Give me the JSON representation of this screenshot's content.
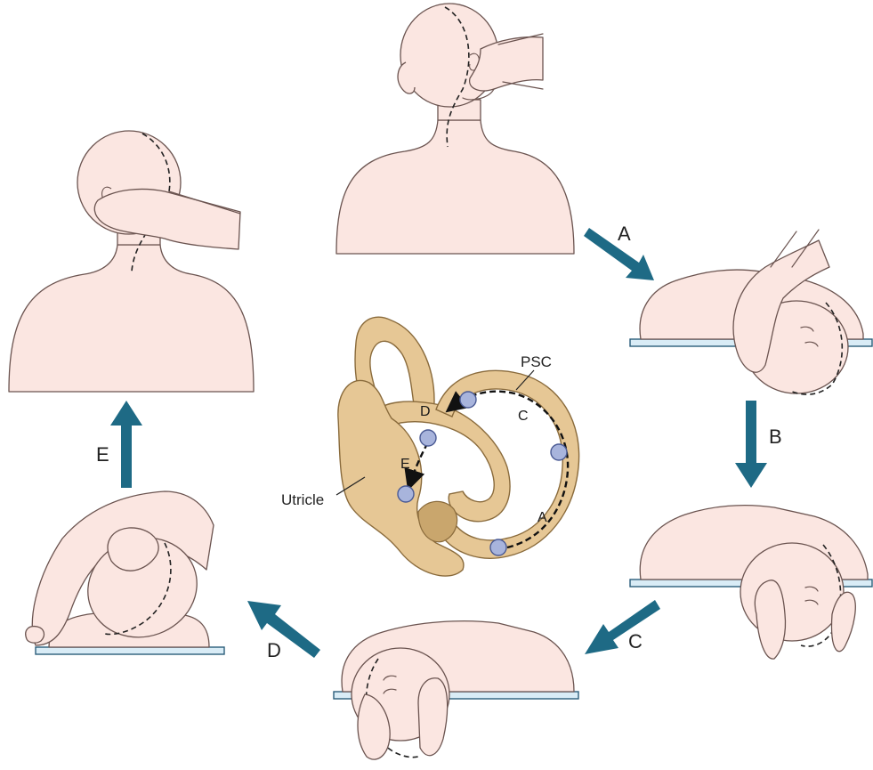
{
  "steps": {
    "a": "A",
    "b": "B",
    "c": "C",
    "d": "D",
    "e": "E"
  },
  "ear": {
    "psc_label": "PSC",
    "utricle_label": "Utricle",
    "canal_positions": [
      "A",
      "C",
      "D",
      "E"
    ]
  },
  "colors": {
    "arrow": "#1e6a85",
    "skin": "#fbe6e1",
    "bone": "#e6c795",
    "otolith": "#a8b4dc",
    "table": "#d9ecf6"
  }
}
